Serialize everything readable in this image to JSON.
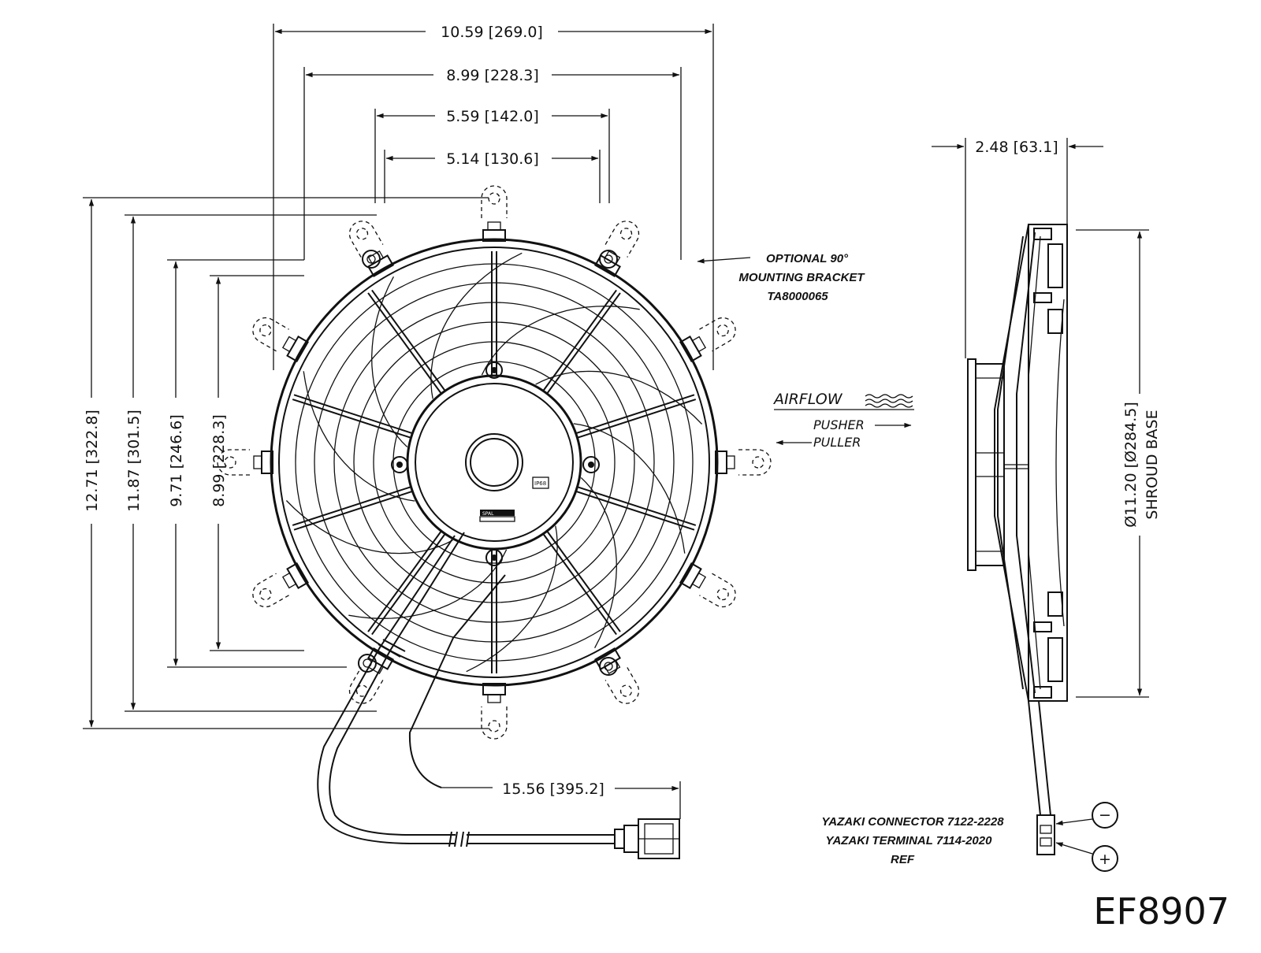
{
  "model": "EF8907",
  "dimensions": {
    "overall_width": "10.59 [269.0]",
    "width_2": "8.99 [228.3]",
    "width_3": "5.59 [142.0]",
    "width_4": "5.14 [130.6]",
    "depth": "2.48 [63.1]",
    "height_1": "12.71 [322.8]",
    "height_2": "11.87 [301.5]",
    "height_3": "9.71 [246.6]",
    "height_4": "8.99 [228.3]",
    "lead_length": "15.56 [395.2]",
    "shroud_diameter": "Ø11.20 [Ø284.5]",
    "shroud_label": "SHROUD BASE"
  },
  "notes": {
    "bracket_line1": "OPTIONAL 90°",
    "bracket_line2": "MOUNTING BRACKET",
    "bracket_line3": "TA8000065",
    "connector_line1": "YAZAKI CONNECTOR 7122-2228",
    "connector_line2": "YAZAKI TERMINAL 7114-2020",
    "connector_line3": "REF"
  },
  "airflow": {
    "title": "AIRFLOW",
    "pusher": "PUSHER",
    "puller": "PULLER"
  },
  "polarity": {
    "negative": "−",
    "positive": "+"
  },
  "motor_labels": {
    "ip": "IP68",
    "brand": "SPAL"
  }
}
